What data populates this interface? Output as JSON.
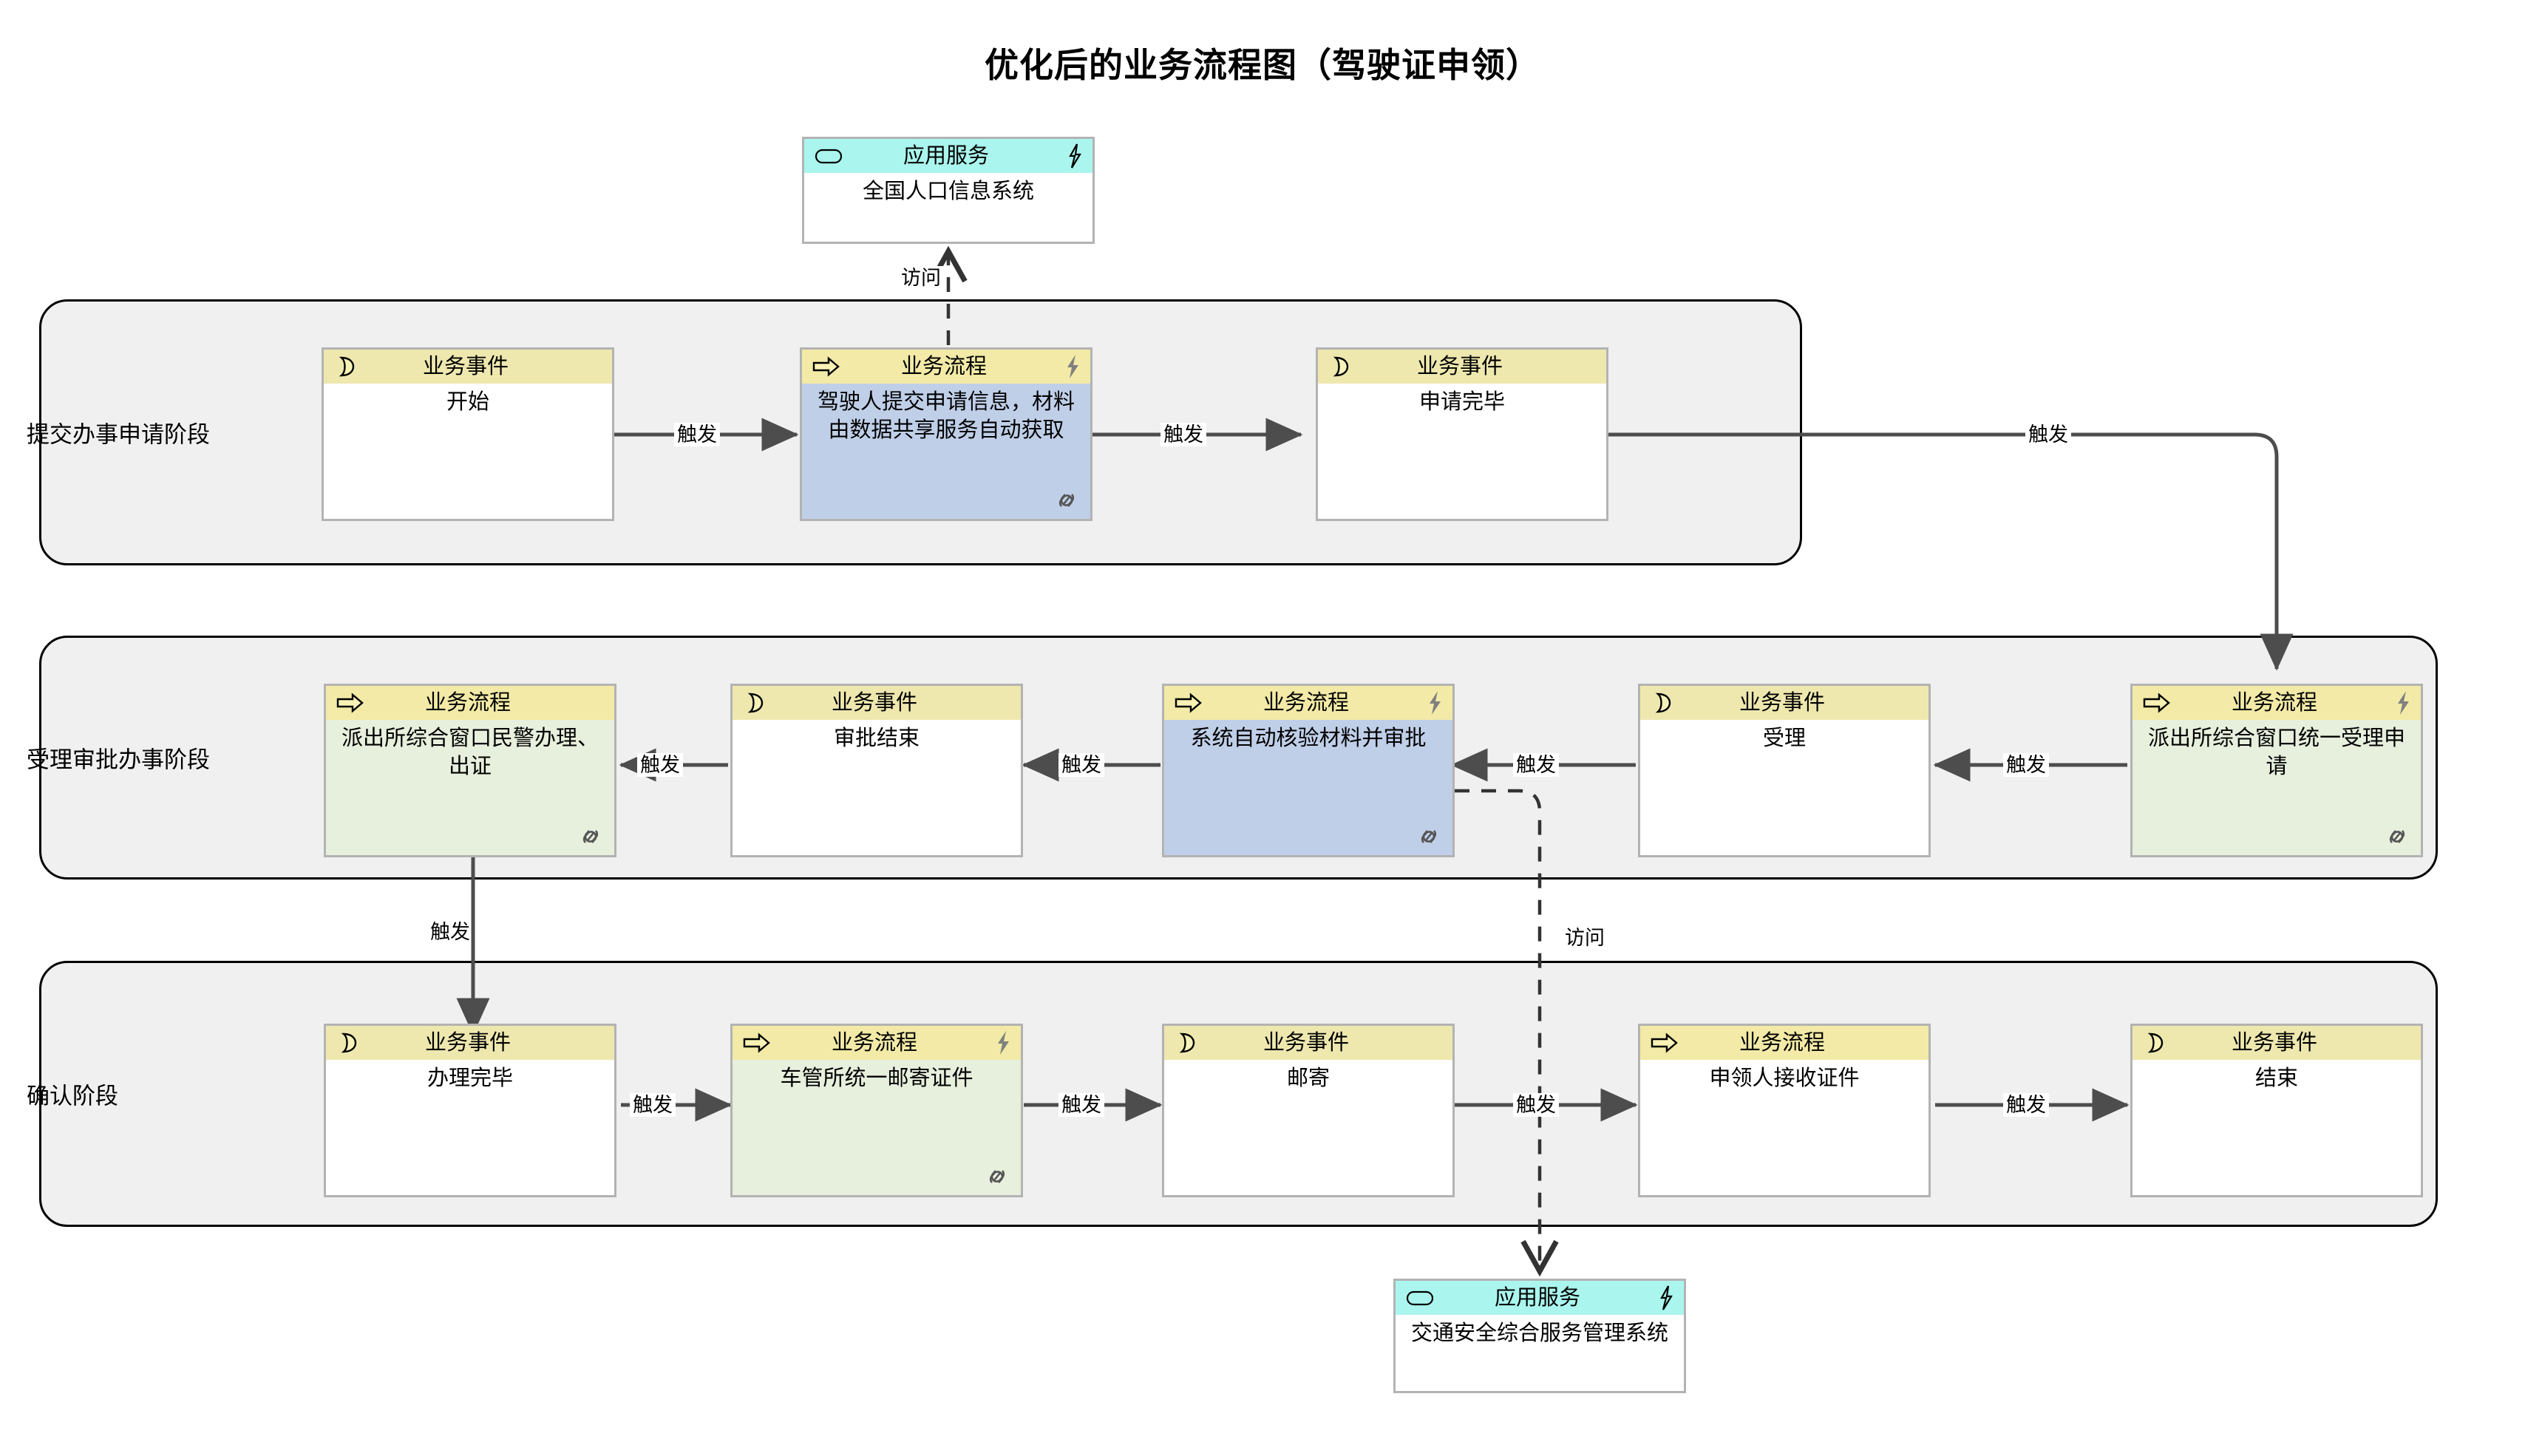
{
  "title": "优化后的业务流程图（驾驶证申领）",
  "legend": {
    "business_event": "业务事件",
    "business_process": "业务流程",
    "application_service": "应用服务"
  },
  "phases": [
    {
      "id": "phase-1",
      "label": "提交办事申请阶段"
    },
    {
      "id": "phase-2",
      "label": "受理审批办事阶段"
    },
    {
      "id": "phase-3",
      "label": "确认阶段"
    }
  ],
  "nodes": {
    "app_service_top": {
      "type": "应用服务",
      "header": "应用服务",
      "body": "全国人口信息系统",
      "has_bolt": true,
      "has_link": false
    },
    "start": {
      "type": "业务事件",
      "header": "业务事件",
      "body": "开始",
      "has_bolt": false,
      "has_link": false
    },
    "submit_application": {
      "type": "业务流程",
      "header": "业务流程",
      "body": "驾驶人提交申请信息，材料由数据共享服务自动获取",
      "has_bolt": true,
      "has_link": true
    },
    "application_done": {
      "type": "业务事件",
      "header": "业务事件",
      "body": "申请完毕",
      "has_bolt": false,
      "has_link": false
    },
    "police_handle_issue": {
      "type": "业务流程",
      "header": "业务流程",
      "body": "派出所综合窗口民警办理、出证",
      "has_bolt": false,
      "has_link": true
    },
    "approval_done": {
      "type": "业务事件",
      "header": "业务事件",
      "body": "审批结束",
      "has_bolt": false,
      "has_link": false
    },
    "auto_verify_approve": {
      "type": "业务流程",
      "header": "业务流程",
      "body": "系统自动核验材料并审批",
      "has_bolt": true,
      "has_link": true
    },
    "accept": {
      "type": "业务事件",
      "header": "业务事件",
      "body": "受理",
      "has_bolt": false,
      "has_link": false
    },
    "unified_accept": {
      "type": "业务流程",
      "header": "业务流程",
      "body": "派出所综合窗口统一受理申请",
      "has_bolt": true,
      "has_link": true
    },
    "handling_done": {
      "type": "业务事件",
      "header": "业务事件",
      "body": "办理完毕",
      "has_bolt": false,
      "has_link": false
    },
    "mail_certificate": {
      "type": "业务流程",
      "header": "业务流程",
      "body": "车管所统一邮寄证件",
      "has_bolt": true,
      "has_link": true
    },
    "mail": {
      "type": "业务事件",
      "header": "业务事件",
      "body": "邮寄",
      "has_bolt": false,
      "has_link": false
    },
    "applicant_receive": {
      "type": "业务流程",
      "header": "业务流程",
      "body": "申领人接收证件",
      "has_bolt": false,
      "has_link": false
    },
    "end": {
      "type": "业务事件",
      "header": "业务事件",
      "body": "结束",
      "has_bolt": false,
      "has_link": false
    },
    "app_service_bottom": {
      "type": "应用服务",
      "header": "应用服务",
      "body": "交通安全综合服务管理系统",
      "has_bolt": true,
      "has_link": false
    }
  },
  "edges": [
    {
      "id": "e-access-top",
      "label": "访问",
      "style": "dashed",
      "from": "submit_application",
      "to": "app_service_top"
    },
    {
      "id": "e-start-submit",
      "label": "触发",
      "style": "solid",
      "from": "start",
      "to": "submit_application"
    },
    {
      "id": "e-submit-done",
      "label": "触发",
      "style": "solid",
      "from": "submit_application",
      "to": "application_done"
    },
    {
      "id": "e-done-unified",
      "label": "触发",
      "style": "solid",
      "from": "application_done",
      "to": "unified_accept"
    },
    {
      "id": "e-unified-accept",
      "label": "触发",
      "style": "solid",
      "from": "unified_accept",
      "to": "accept"
    },
    {
      "id": "e-accept-verify",
      "label": "触发",
      "style": "solid",
      "from": "accept",
      "to": "auto_verify_approve"
    },
    {
      "id": "e-verify-approval",
      "label": "触发",
      "style": "solid",
      "from": "auto_verify_approve",
      "to": "approval_done"
    },
    {
      "id": "e-approval-police",
      "label": "触发",
      "style": "solid",
      "from": "approval_done",
      "to": "police_handle_issue"
    },
    {
      "id": "e-police-handling",
      "label": "触发",
      "style": "solid",
      "from": "police_handle_issue",
      "to": "handling_done"
    },
    {
      "id": "e-access-bottom",
      "label": "访问",
      "style": "dashed",
      "from": "auto_verify_approve",
      "to": "app_service_bottom"
    },
    {
      "id": "e-handling-mailcert",
      "label": "触发",
      "style": "solid",
      "from": "handling_done",
      "to": "mail_certificate"
    },
    {
      "id": "e-mailcert-mail",
      "label": "触发",
      "style": "solid",
      "from": "mail_certificate",
      "to": "mail"
    },
    {
      "id": "e-mail-receive",
      "label": "触发",
      "style": "solid",
      "from": "mail",
      "to": "applicant_receive"
    },
    {
      "id": "e-receive-end",
      "label": "触发",
      "style": "solid",
      "from": "applicant_receive",
      "to": "end"
    }
  ],
  "colors": {
    "event_header": "#eee8af",
    "process_header": "#f2eaa6",
    "appsvc_header": "#aaf6ee",
    "process_body_blue": "#c0cfe8",
    "process_body_green": "#e7efdd",
    "node_border": "#b3b3b3",
    "phase_bg": "#f0f0f0",
    "phase_border": "#000000",
    "connector": "#4d4d4d"
  }
}
